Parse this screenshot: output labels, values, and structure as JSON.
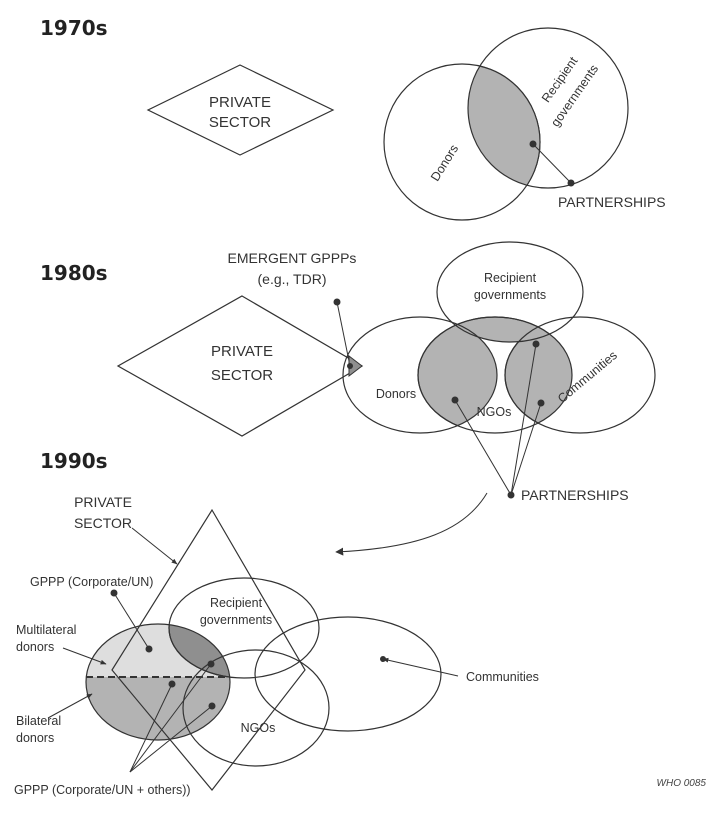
{
  "eras": {
    "e1970": "1970s",
    "e1980": "1980s",
    "e1990": "1990s"
  },
  "panel_1970": {
    "private_sector": [
      "PRIVATE",
      "SECTOR"
    ],
    "donors": "Donors",
    "recipient_governments": [
      "Recipient",
      "governments"
    ],
    "partnerships": "PARTNERSHIPS"
  },
  "panel_1980": {
    "emergent_gppps": [
      "EMERGENT GPPPs",
      "(e.g., TDR)"
    ],
    "private_sector": [
      "PRIVATE",
      "SECTOR"
    ],
    "recipient_governments": [
      "Recipient",
      "governments"
    ],
    "donors": "Donors",
    "ngos": "NGOs",
    "communities": "Communities",
    "partnerships": "PARTNERSHIPS"
  },
  "panel_1990": {
    "private_sector": [
      "PRIVATE",
      "SECTOR"
    ],
    "gppp_corporate_un": "GPPP (Corporate/UN)",
    "multilateral_donors": [
      "Multilateral",
      "donors"
    ],
    "bilateral_donors": [
      "Bilateral",
      "donors"
    ],
    "recipient_governments": [
      "Recipient",
      "governments"
    ],
    "ngos": "NGOs",
    "communities": "Communities",
    "gppp_corporate_un_others": "GPPP (Corporate/UN + others))"
  },
  "figure_code": "WHO 0085",
  "colors": {
    "stroke": "#333333",
    "overlap_fill": "#b3b3b3",
    "overlap_dark": "#8f8f8f",
    "multilateral_fill": "#dedede"
  }
}
